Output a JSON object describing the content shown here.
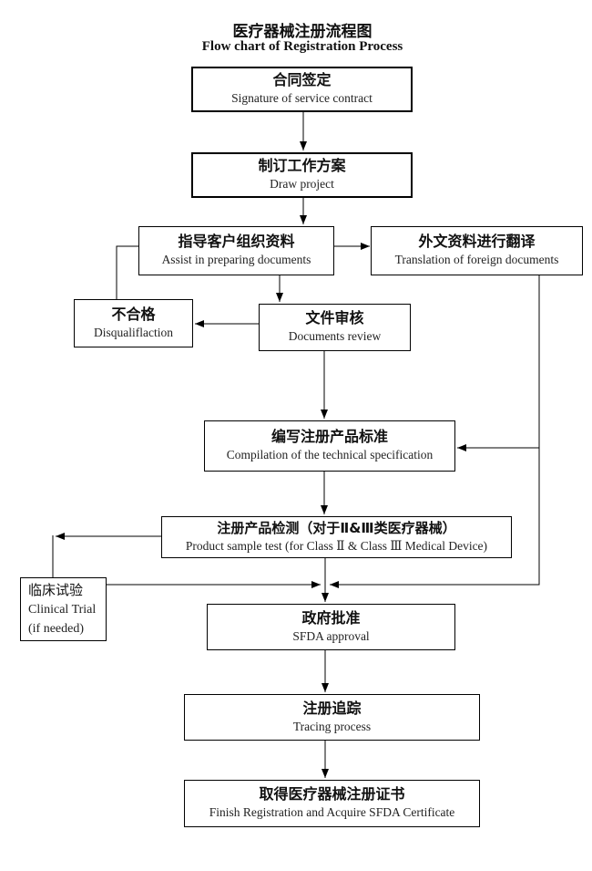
{
  "title": {
    "zh": "医疗器械注册流程图",
    "en": "Flow chart of Registration Process"
  },
  "nodes": [
    {
      "id": "contract",
      "zh": "合同签定",
      "en": "Signature of service contract"
    },
    {
      "id": "project",
      "zh": "制订工作方案",
      "en": "Draw project"
    },
    {
      "id": "assist",
      "zh": "指导客户组织资料",
      "en": "Assist in preparing documents"
    },
    {
      "id": "translation",
      "zh": "外文资料进行翻译",
      "en": "Translation of foreign documents"
    },
    {
      "id": "disqualification",
      "zh": "不合格",
      "en": "Disqualiflaction"
    },
    {
      "id": "review",
      "zh": "文件审核",
      "en": "Documents review"
    },
    {
      "id": "specification",
      "zh": "编写注册产品标准",
      "en": "Compilation of the technical specification"
    },
    {
      "id": "sample-test",
      "zh": "注册产品检测（对于Ⅱ&Ⅲ类医疗器械）",
      "en": "Product sample test (for Class Ⅱ & Class Ⅲ Medical Device)"
    },
    {
      "id": "clinical",
      "zh": "临床试验",
      "en": "Clinical Trial",
      "en2": "(if needed)"
    },
    {
      "id": "approval",
      "zh": "政府批准",
      "en": "SFDA approval"
    },
    {
      "id": "tracing",
      "zh": "注册追踪",
      "en": "Tracing process"
    },
    {
      "id": "certificate",
      "zh": "取得医疗器械注册证书",
      "en": "Finish Registration and Acquire SFDA Certificate"
    }
  ],
  "colors": {
    "background": "#ffffff",
    "line": "#000000",
    "border": "#000000",
    "text": "#111111"
  }
}
